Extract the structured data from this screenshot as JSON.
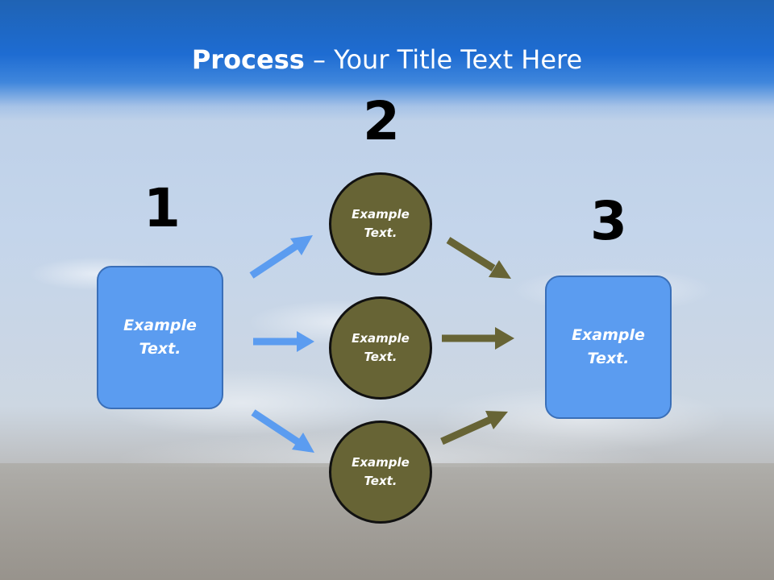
{
  "title": {
    "bold": "Process",
    "rest": " – Your Title Text Here"
  },
  "steps": {
    "one": "1",
    "two": "2",
    "three": "3"
  },
  "left_box": {
    "line1": "Example",
    "line2": "Text."
  },
  "right_box": {
    "line1": "Example",
    "line2": "Text."
  },
  "circles": [
    {
      "line1": "Example",
      "line2": "Text."
    },
    {
      "line1": "Example",
      "line2": "Text."
    },
    {
      "line1": "Example",
      "line2": "Text."
    }
  ],
  "colors": {
    "box": "#5b9cf0",
    "circle": "#676435",
    "blue_arrow": "#5b9cf0",
    "olive_arrow": "#676435",
    "header": "#1e6cd2"
  }
}
